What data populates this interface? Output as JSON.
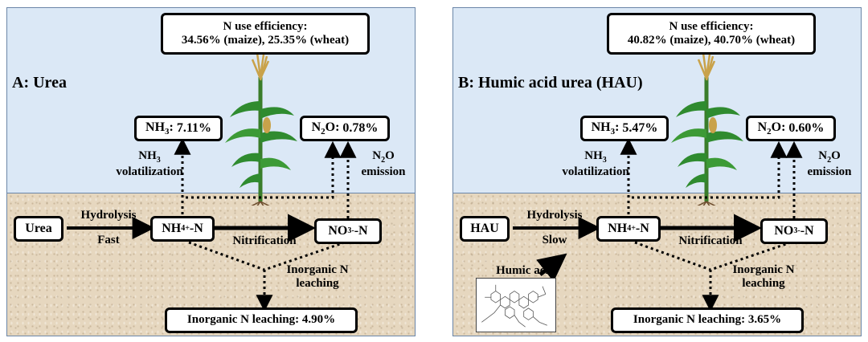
{
  "panel_a": {
    "title": "A: Urea",
    "efficiency_title": "N use efficiency:",
    "efficiency_values": "34.56% (maize), 25.35% (wheat)",
    "nh3_value": "7.11%",
    "n2o_value": "0.78%",
    "source_label": "Urea",
    "hydrolysis_label": "Hydrolysis",
    "speed_label": "Fast",
    "ammonium_label": "NH",
    "nitrification_label": "Nitrification",
    "nitrate_label": "NO",
    "volatilization_label": "volatilization",
    "emission_label": "emission",
    "leaching_line1": "Inorganic N",
    "leaching_line2": "leaching",
    "leaching_box": "Inorganic N leaching: 4.90%"
  },
  "panel_b": {
    "title": "B: Humic acid urea (HAU)",
    "efficiency_title": "N use efficiency:",
    "efficiency_values": "40.82% (maize), 40.70% (wheat)",
    "nh3_value": "5.47%",
    "n2o_value": "0.60%",
    "source_label": "HAU",
    "hydrolysis_label": "Hydrolysis",
    "speed_label": "Slow",
    "humic_label": "Humic acid",
    "ammonium_label": "NH",
    "nitrification_label": "Nitrification",
    "nitrate_label": "NO",
    "volatilization_label": "volatilization",
    "emission_label": "emission",
    "leaching_line1": "Inorganic N",
    "leaching_line2": "leaching",
    "leaching_box": "Inorganic N leaching: 3.65%"
  },
  "colors": {
    "sky": "#dbe8f6",
    "soil": "#e6d7bf",
    "border": "#6b86a8",
    "leaf": "#2f8b2f",
    "tassel": "#c9a24a"
  }
}
